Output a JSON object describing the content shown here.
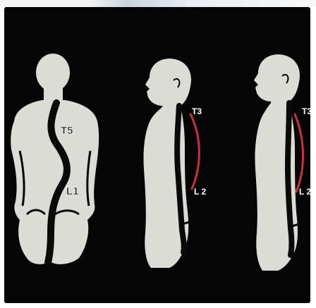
{
  "figures": [
    {
      "labels": [
        {
          "text": "T5"
        },
        {
          "text": "L1"
        }
      ]
    },
    {
      "labels": [
        {
          "text": "T3"
        },
        {
          "text": "L 2"
        }
      ]
    },
    {
      "labels": [
        {
          "text": "T3"
        },
        {
          "text": "L 2"
        }
      ]
    }
  ],
  "colors": {
    "background": "#050505",
    "body": "#dcdcd7",
    "spine": "#0a0a0a",
    "curve_marker": "#c8323c",
    "label": "#ffffff"
  }
}
